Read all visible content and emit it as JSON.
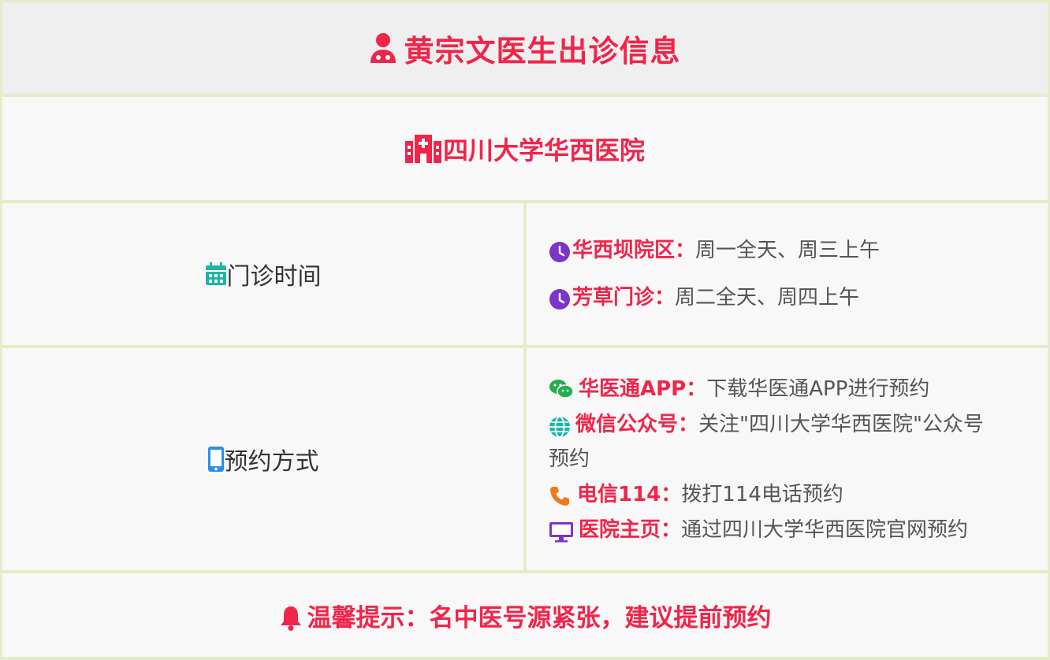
{
  "header": {
    "title": "黄宗文医生出诊信息",
    "icon": "doctor-icon"
  },
  "hospital": {
    "name": "四川大学华西医院",
    "icon": "hospital-icon"
  },
  "schedule": {
    "label": "门诊时间",
    "icon": "calendar-icon",
    "items": [
      {
        "key": "华西坝院区：",
        "value": "周一全天、周三上午",
        "icon": "clock-icon"
      },
      {
        "key": "芳草门诊：",
        "value": "周二全天、周四上午",
        "icon": "clock-icon"
      }
    ]
  },
  "booking": {
    "label": "预约方式",
    "icon": "mobile-phone-icon",
    "items": [
      {
        "key": "华医通APP：",
        "value": "下载华医通APP进行预约",
        "icon": "wechat-icon"
      },
      {
        "key": "微信公众号：",
        "value": "关注\"四川大学华西医院\"公众号",
        "value2": "预约",
        "icon": "globe-icon"
      },
      {
        "key": "电信114：",
        "value": "拨打114电话预约",
        "icon": "phone-icon"
      },
      {
        "key": "医院主页：",
        "value": "通过四川大学华西医院官网预约",
        "icon": "monitor-icon"
      }
    ]
  },
  "tip": {
    "text": "温馨提示：名中医号源紧张，建议提前预约",
    "icon": "bell-icon"
  },
  "colors": {
    "accent": "#f0254a",
    "border": "#e4ecc9",
    "cell": "#f8f8f8",
    "header": "#efefef"
  }
}
